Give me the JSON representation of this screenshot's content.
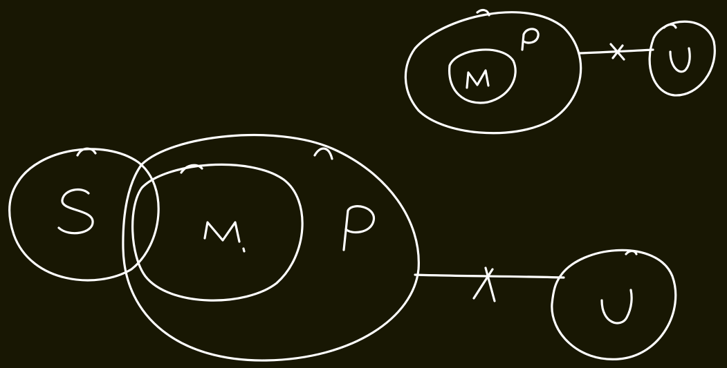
{
  "colors": {
    "background": "#181703",
    "ink": "#ffffff"
  },
  "small_diagram": {
    "labels": {
      "middle": "M",
      "predicate": "P",
      "universe": "U"
    },
    "link_mark": "x"
  },
  "large_diagram": {
    "labels": {
      "subject": "S",
      "middle": "M",
      "predicate": "P",
      "universe": "U"
    },
    "link_mark": "X"
  }
}
